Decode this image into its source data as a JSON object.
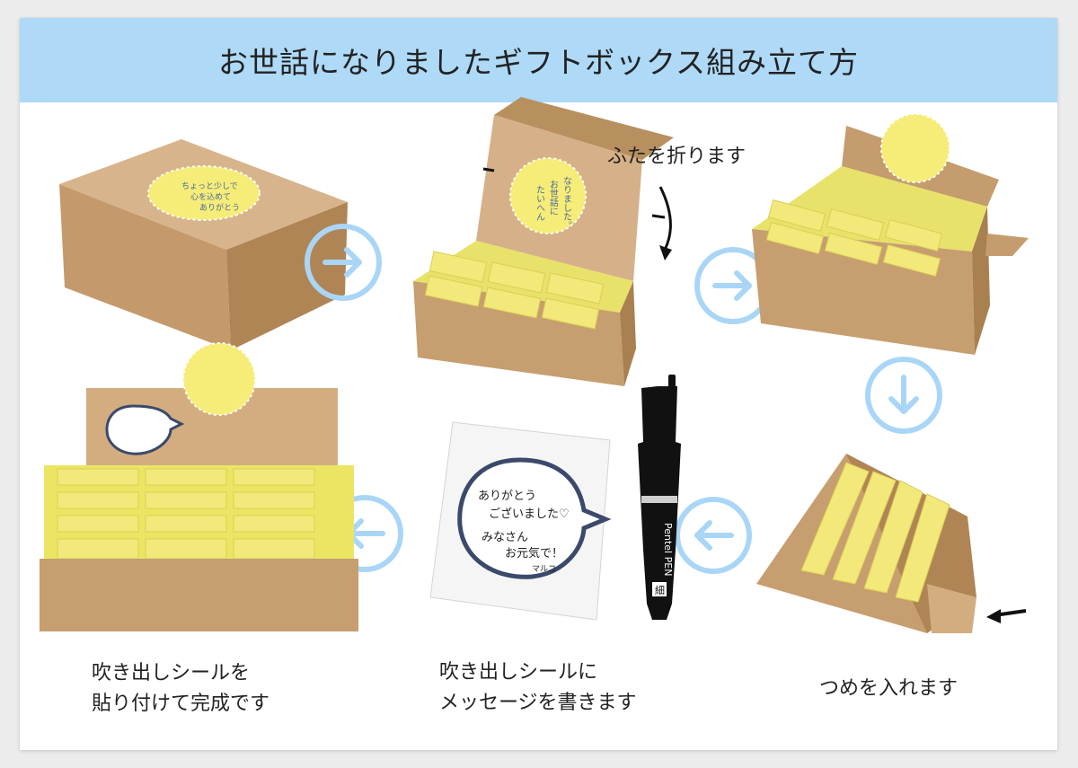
{
  "title": "お世話になりましたギフトボックス組み立て方",
  "sticker": {
    "closed_line1": "ちょっと少しで",
    "closed_line2": "心を込めて",
    "closed_line3": "ありがとう",
    "lid_line1": "たいへん",
    "lid_line2": "お世話に",
    "lid_line3": "なりました。"
  },
  "bubble": {
    "line1": "ありがとう",
    "line2": "ございました♡",
    "line3": "みなさん",
    "line4": "お元気で！",
    "sign": "マルコ"
  },
  "pen": {
    "brand": "Pentel PEN",
    "tag": "細"
  },
  "steps": {
    "fold_lid": "ふたを折ります",
    "insert_tab": "つめを入れます",
    "write_line1": "吹き出しシールに",
    "write_line2": "メッセージを書きます",
    "finish_line1": "吹き出しシールを",
    "finish_line2": "貼り付けて完成です"
  },
  "icons": {
    "arrow_right": "arrow-right-circle-icon",
    "arrow_down": "arrow-down-circle-icon",
    "arrow_left": "arrow-left-circle-icon"
  },
  "colors": {
    "banner": "#aed9f7",
    "arrow": "#a9d6f7",
    "kraft": "#c9a27a",
    "sticker": "#f6ec78"
  }
}
